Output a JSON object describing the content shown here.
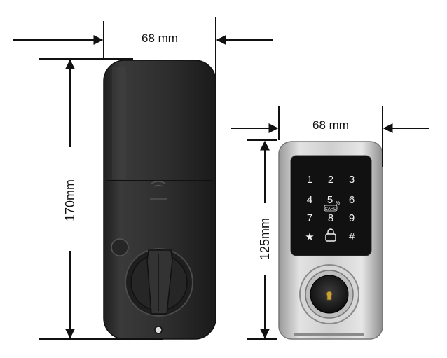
{
  "dimensions": {
    "back_width": "68 mm",
    "back_height": "170mm",
    "front_width": "68 mm",
    "front_height": "125mm"
  },
  "keypad": {
    "keys": [
      "1",
      "2",
      "3",
      "4",
      "5",
      "6",
      "7",
      "8",
      "9",
      "★",
      "lock-symbol",
      "#"
    ],
    "card_label": "CARD",
    "key5_mark": "%"
  },
  "colors": {
    "back_body": "#2b2b2b",
    "front_body": "#c8c8c8",
    "keypad_panel": "#111111",
    "dimension_lines": "#111111"
  }
}
